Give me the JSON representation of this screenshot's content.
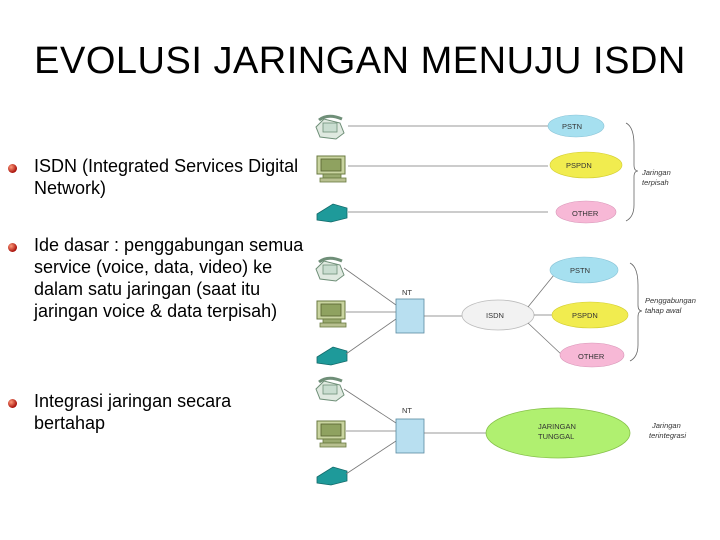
{
  "title": "EVOLUSI JARINGAN MENUJU ISDN",
  "bullets": [
    "ISDN (Integrated Services Digital Network)",
    "Ide dasar : penggabungan semua service (voice, data, video) ke dalam satu jaringan (saat itu jaringan voice & data terpisah)",
    "Integrasi jaringan secara bertahap"
  ],
  "diagram": {
    "panel1": {
      "clouds": [
        "PSTN",
        "PSPDN",
        "OTHER"
      ],
      "side_label": [
        "Jaringan",
        "terpisah"
      ]
    },
    "panel2": {
      "nt": "NT",
      "isdn": "ISDN",
      "clouds": [
        "PSTN",
        "PSPDN",
        "OTHER"
      ],
      "side_label": [
        "Penggabungan",
        "tahap awal"
      ]
    },
    "panel3": {
      "nt": "NT",
      "cloud": [
        "JARINGAN",
        "TUNGGAL"
      ],
      "side_label": [
        "Jaringan",
        "terintegrasi"
      ]
    }
  },
  "colors": {
    "pink": "#f7b8d6",
    "yellow": "#f1ec4f",
    "cyan": "#a6e0f0",
    "green": "#b0f070",
    "nt": "#b8dff0",
    "teal": "#1e9a9a"
  }
}
